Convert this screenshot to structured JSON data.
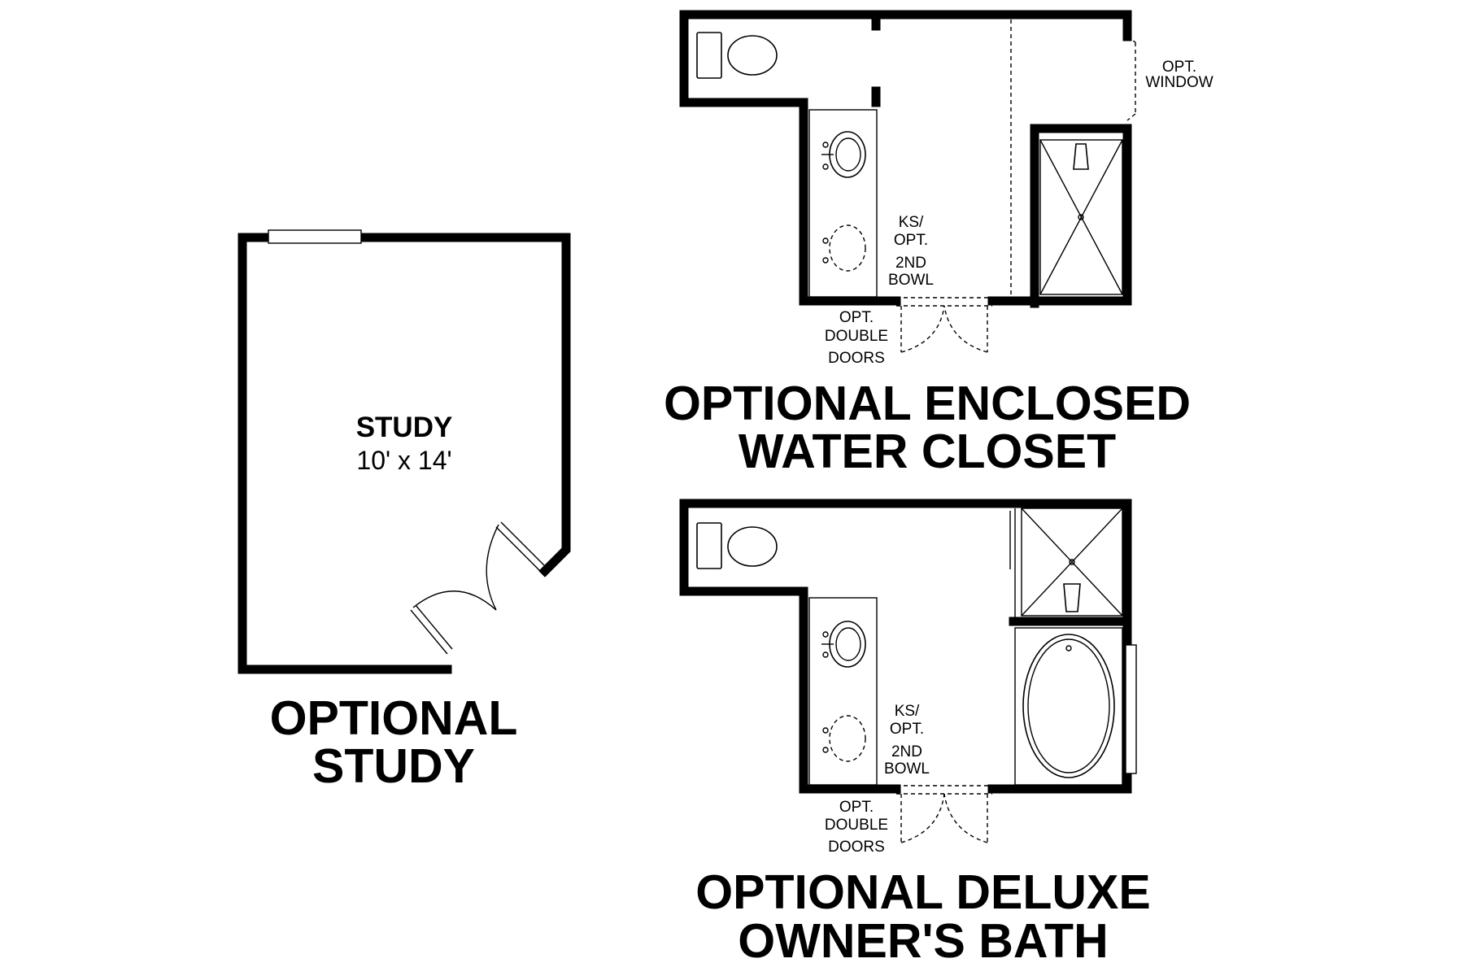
{
  "study": {
    "room_name": "STUDY",
    "room_size": "10' x 14'",
    "title_line1": "OPTIONAL",
    "title_line2": "STUDY"
  },
  "water_closet": {
    "window_line1": "OPT.",
    "window_line2": "WINDOW",
    "bowl_line1": "KS/",
    "bowl_line2": "OPT.",
    "bowl_line3": "2ND",
    "bowl_line4": "BOWL",
    "doors_line1": "OPT.",
    "doors_line2": "DOUBLE",
    "doors_line3": "DOORS",
    "title_line1": "OPTIONAL ENCLOSED",
    "title_line2": "WATER CLOSET"
  },
  "deluxe_bath": {
    "bowl_line1": "KS/",
    "bowl_line2": "OPT.",
    "bowl_line3": "2ND",
    "bowl_line4": "BOWL",
    "doors_line1": "OPT.",
    "doors_line2": "DOUBLE",
    "doors_line3": "DOORS",
    "title_line1": "OPTIONAL DELUXE",
    "title_line2": "OWNER'S BATH"
  }
}
